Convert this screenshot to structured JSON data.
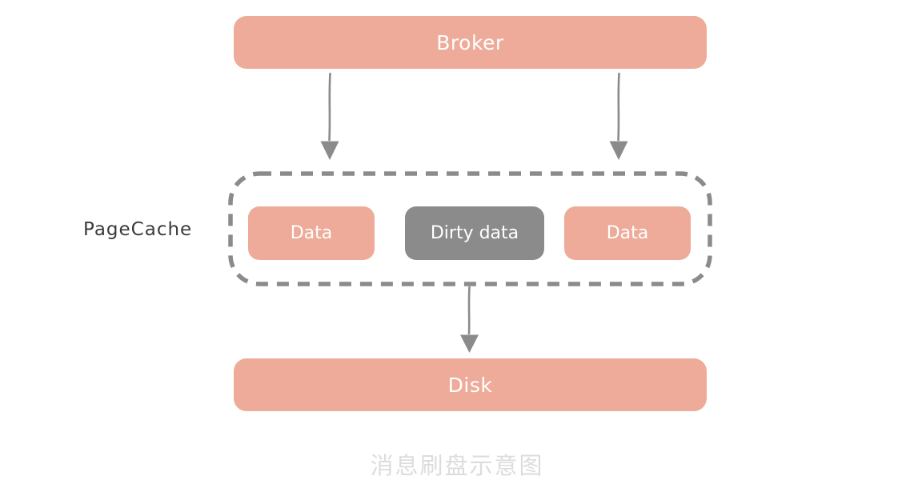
{
  "diagram": {
    "caption": "消息刷盘示意图",
    "colors": {
      "accent_salmon": "#eeab99",
      "dirty_gray": "#8b8b8b",
      "stroke_gray": "#8b8b8b",
      "label_dark": "#3a3a3a",
      "caption_gray": "#dcdcdc",
      "node_text": "#ffffff",
      "background": "#ffffff"
    },
    "nodes": {
      "broker": {
        "label": "Broker"
      },
      "disk": {
        "label": "Disk"
      },
      "pagecache": {
        "label": "PageCache"
      }
    },
    "cache_cells": [
      {
        "label": "Data",
        "kind": "clean"
      },
      {
        "label": "Dirty data",
        "kind": "dirty"
      },
      {
        "label": "Data",
        "kind": "clean"
      }
    ],
    "arrows": [
      {
        "name": "broker-to-pagecache-left",
        "from": "Broker",
        "to": "PageCache"
      },
      {
        "name": "broker-to-pagecache-right",
        "from": "Broker",
        "to": "PageCache"
      },
      {
        "name": "dirty-data-to-disk",
        "from": "Dirty data",
        "to": "Disk"
      }
    ]
  }
}
